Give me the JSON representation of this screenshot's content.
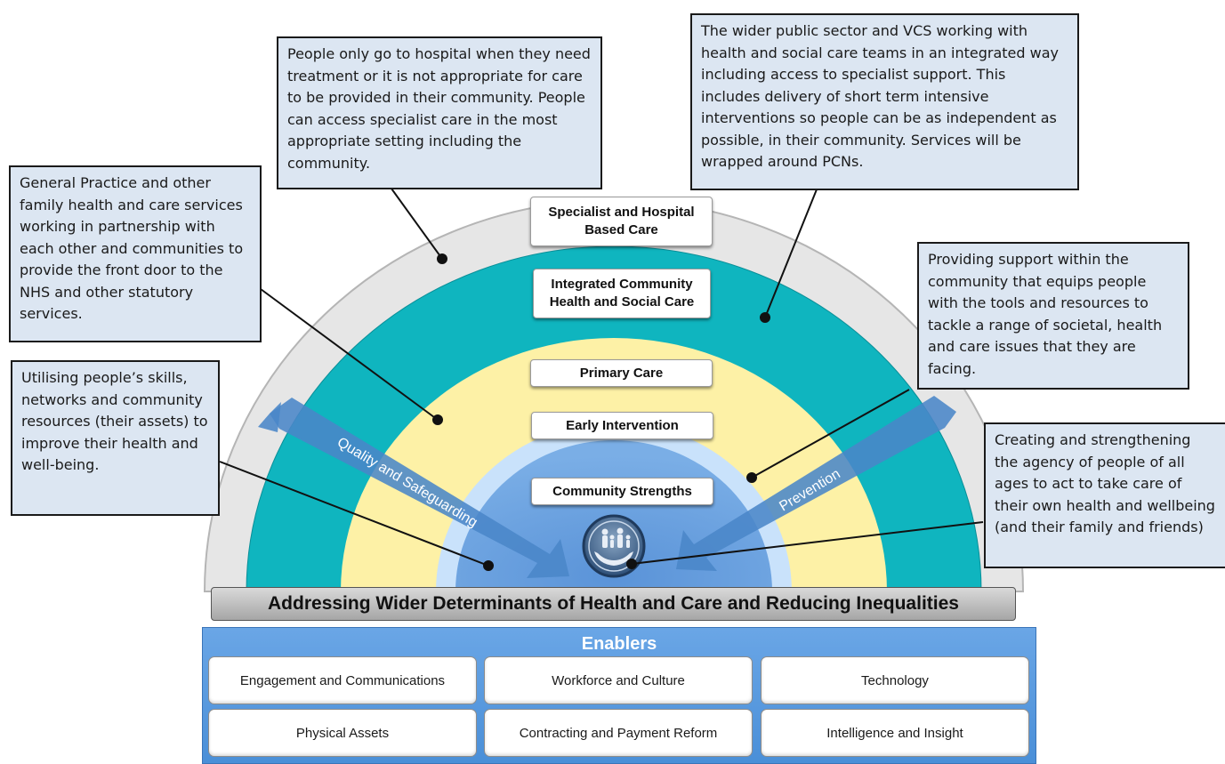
{
  "callouts": {
    "hospital": "People only go to hospital when they need treatment or it is not appropriate for care to be provided in their community.  People can access specialist care in the most appropriate setting including the community.",
    "wider_public": "The wider public sector and VCS working with health and social care teams in an integrated way including access to specialist support. This includes delivery of short term intensive interventions so people can be as independent as possible, in their community. Services will be wrapped around PCNs.",
    "general_practice": "General Practice and other family health and care services working in partnership with each other and communities to provide the front door to the NHS and other statutory services.",
    "support_community": "Providing support within the community that equips people with the tools and resources to tackle a range of societal, health and care issues that they are facing.",
    "assets": "Utilising people’s skills, networks and community resources (their assets) to improve their health and well-being.",
    "agency": "Creating and strengthening the agency of people of all ages to act to take care of their own health and wellbeing (and their family and friends)"
  },
  "rings": {
    "specialist": "Specialist and Hospital Based Care",
    "integrated": "Integrated Community Health and Social Care",
    "primary": "Primary Care",
    "early": "Early Intervention",
    "community": "Community  Strengths"
  },
  "arrows": {
    "left": "Quality and Safeguarding",
    "right": "Prevention"
  },
  "base_bar": "Addressing Wider Determinants of Health and Care and Reducing Inequalities",
  "enablers": {
    "title": "Enablers",
    "items": [
      "Engagement and Communications",
      "Workforce and Culture",
      "Technology",
      "Physical Assets",
      "Contracting and Payment Reform",
      "Intelligence and Insight"
    ]
  },
  "colors": {
    "outer_ring": "#e6e6e6",
    "integrated_ring": "#0fb5bf",
    "primary_ring": "#fdf1a6",
    "early_ring": "#c9e2fb",
    "community_core": "#6a9fe0",
    "callout_fill": "#dce6f2",
    "arrow": "#4a86c8"
  }
}
